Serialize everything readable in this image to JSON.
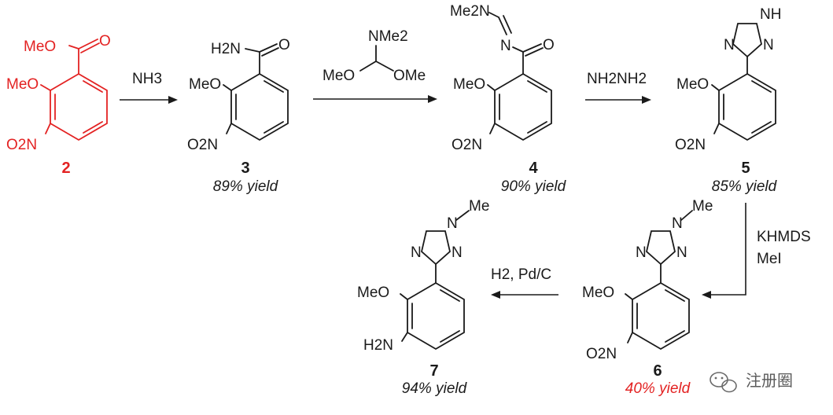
{
  "scheme": {
    "compounds": [
      {
        "id": "2",
        "number": "2",
        "yield": "",
        "number_color": "#e32222"
      },
      {
        "id": "3",
        "number": "3",
        "yield": "89% yield"
      },
      {
        "id": "4",
        "number": "4",
        "yield": "90% yield"
      },
      {
        "id": "5",
        "number": "5",
        "yield": "85% yield"
      },
      {
        "id": "6",
        "number": "6",
        "yield": "40% yield",
        "yield_color": "#e32222"
      },
      {
        "id": "7",
        "number": "7",
        "yield": "94% yield"
      }
    ],
    "reagents": {
      "step1": "NH3",
      "step2_top": "NMe2",
      "step2_left": "MeO",
      "step2_right": "OMe",
      "step3": "NH2NH2",
      "step4_line1": "KHMDS",
      "step4_line2": "MeI",
      "step5": "H2, Pd/C"
    },
    "atoms": {
      "MeO": "MeO",
      "O2N": "O2N",
      "H2N": "H2N",
      "O": "O",
      "N": "N",
      "NH": "NH",
      "Me": "Me",
      "Me2N": "Me2N",
      "MeO_ester": "MeO"
    }
  },
  "watermark": {
    "text": "注册圈",
    "icon": "wechat-icon"
  },
  "colors": {
    "highlight": "#e32222",
    "ink": "#1a1a1a"
  }
}
